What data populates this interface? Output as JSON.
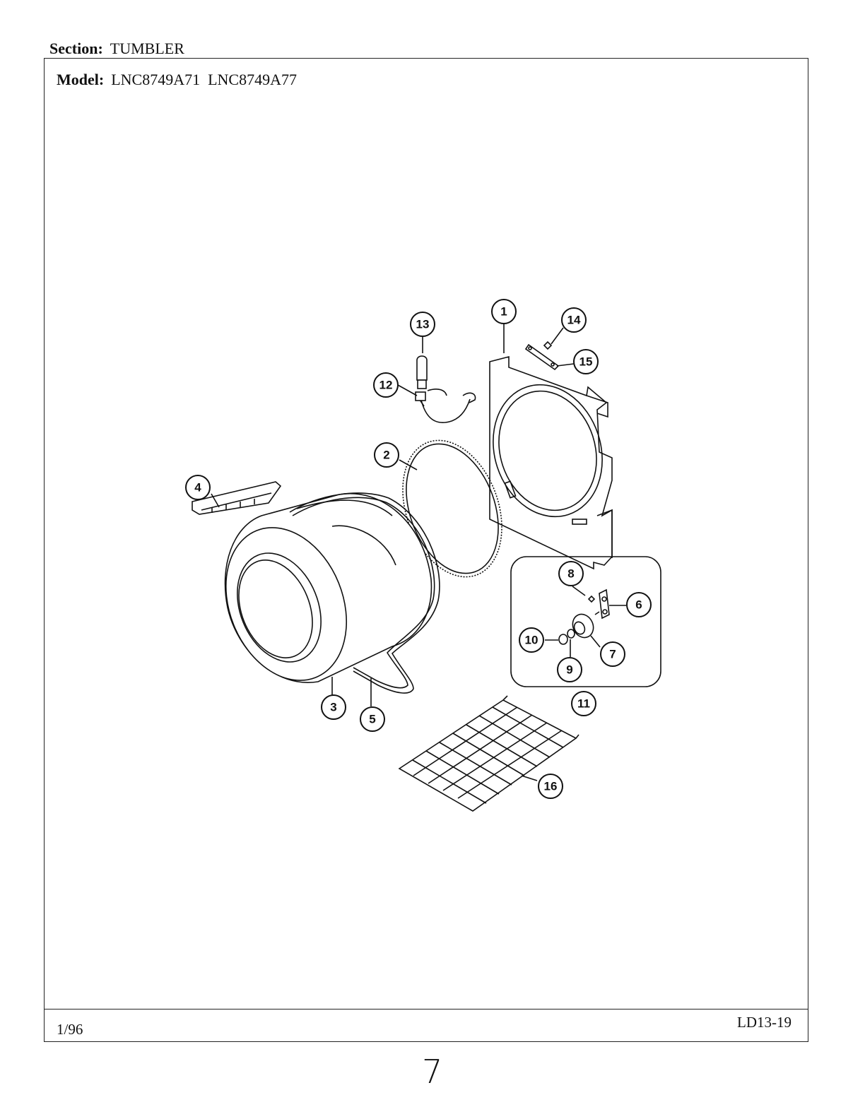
{
  "header": {
    "section_label": "Section:",
    "section_value": "TUMBLER",
    "model_label": "Model:",
    "model_value": "LNC8749A71  LNC8749A77"
  },
  "footer": {
    "date": "1/96",
    "code": "LD13-19",
    "page_number": "7"
  },
  "callouts": {
    "c1": "1",
    "c2": "2",
    "c3": "3",
    "c4": "4",
    "c5": "5",
    "c6": "6",
    "c7": "7",
    "c8": "8",
    "c9": "9",
    "c10": "10",
    "c11": "11",
    "c12": "12",
    "c13": "13",
    "c14": "14",
    "c15": "15",
    "c16": "16"
  }
}
